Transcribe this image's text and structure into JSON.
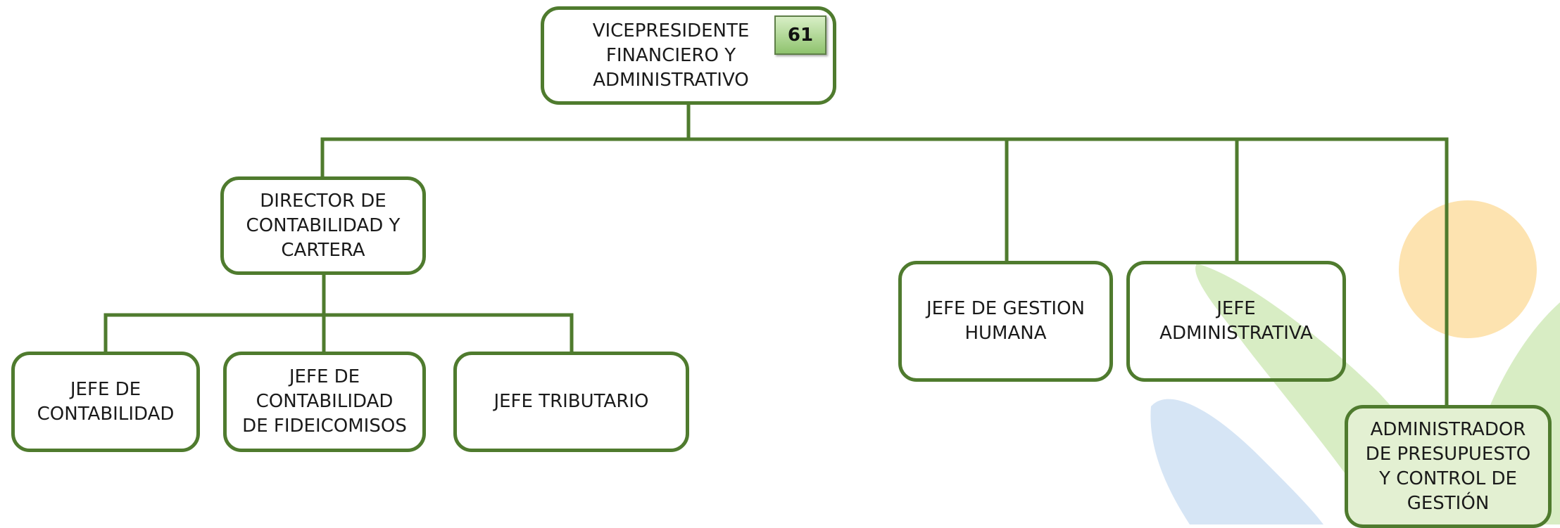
{
  "nodes": {
    "vp": {
      "label": "VICEPRESIDENTE\nFINANCIERO Y\nADMINISTRATIVO",
      "badge": "61"
    },
    "director": {
      "label": "DIRECTOR DE\nCONTABILIDAD Y\nCARTERA"
    },
    "jefe_contabilidad": {
      "label": "JEFE DE\nCONTABILIDAD"
    },
    "jefe_fideicomisos": {
      "label": "JEFE DE\nCONTABILIDAD\nDE FIDEICOMISOS"
    },
    "jefe_tributario": {
      "label": "JEFE TRIBUTARIO"
    },
    "jefe_gestion_humana": {
      "label": "JEFE DE GESTION\nHUMANA"
    },
    "jefe_administrativa": {
      "label": "JEFE\nADMINISTRATIVA"
    },
    "admin_presupuesto": {
      "label": "ADMINISTRADOR\nDE PRESUPUESTO\nY CONTROL DE\nGESTIÓN"
    }
  },
  "colors": {
    "line": "#4f7b2e",
    "box_border": "#4f7b2e",
    "highlight_fill": "#e3f0d2",
    "badge_fill": "#a8d38a",
    "logo_orange": "#fde3b0",
    "logo_green": "#d8edc4",
    "logo_blue": "#d6e5f5"
  }
}
